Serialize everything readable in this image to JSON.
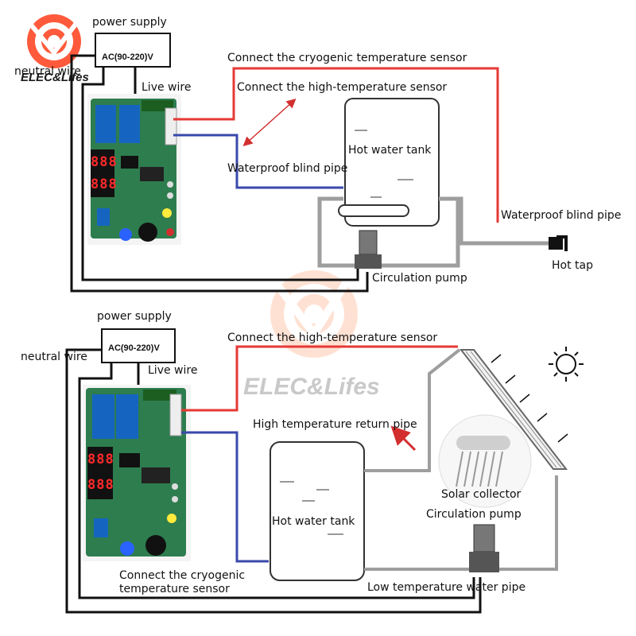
{
  "brand": {
    "logo_text": "ELEC&Lifes",
    "watermark_text": "ELEC&Lifes"
  },
  "diagram1": {
    "power_supply": "power supply",
    "ac_range": "AC(90-220)V",
    "neutral_wire": "neutral wire",
    "live_wire": "Live  wire",
    "cryogenic_sensor": "Connect the cryogenic temperature sensor",
    "high_temp_sensor": "Connect the high-temperature sensor",
    "hot_water_tank": "Hot water tank",
    "blind_pipe_left": "Waterproof blind pipe",
    "blind_pipe_right": "Waterproof blind pipe",
    "hot_tap": "Hot tap",
    "circulation_pump": "Circulation pump",
    "display_top": "888",
    "display_bottom": "888"
  },
  "diagram2": {
    "power_supply": "power supply",
    "ac_range": "AC(90-220)V",
    "neutral_wire": "neutral wire",
    "live_wire": "Live  wire",
    "high_temp_sensor": "Connect the high-temperature sensor",
    "return_pipe": "High temperature return pipe",
    "solar_collector": "Solar collector",
    "circulation_pump": "Circulation pump",
    "hot_water_tank": "Hot water tank",
    "cryogenic_sensor_line1": "Connect the cryogenic",
    "cryogenic_sensor_line2": "temperature sensor",
    "low_temp_pipe": "Low temperature water pipe",
    "display_top": "888",
    "display_bottom": "888"
  },
  "colors": {
    "wire_red": "#e53935",
    "wire_blue": "#3949ab",
    "wire_black": "#111111",
    "pipe_grey": "#9e9e9e",
    "board_green": "#2e7d4f",
    "relay_blue": "#1565c0"
  }
}
